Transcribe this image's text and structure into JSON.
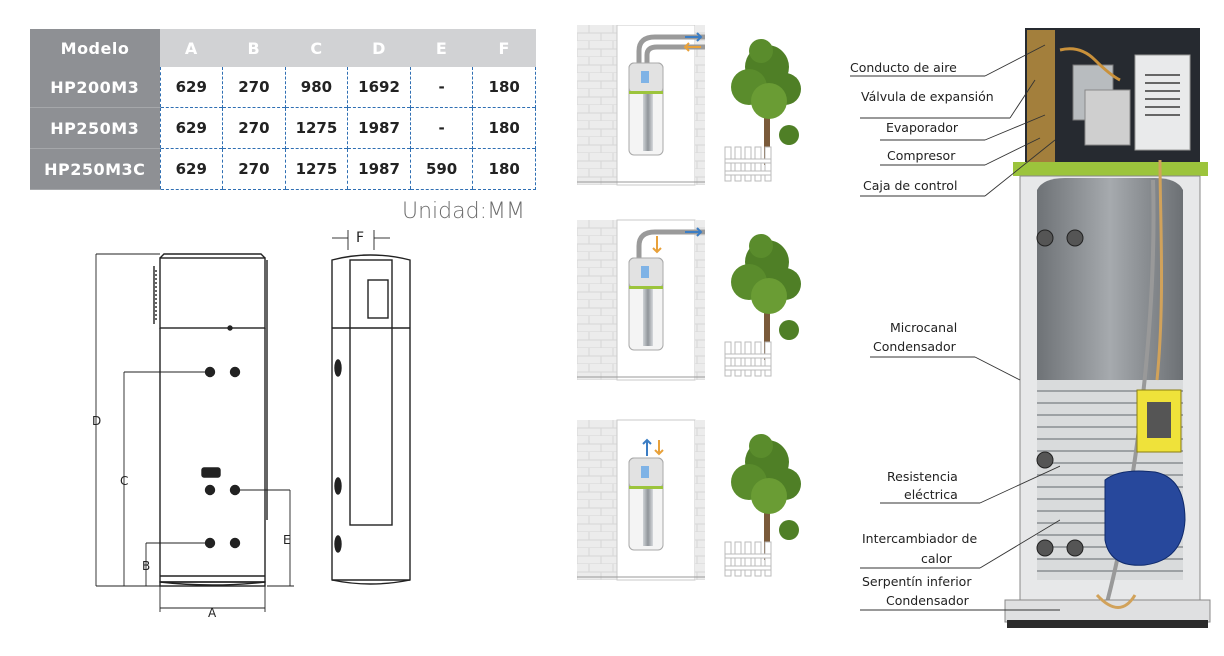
{
  "table": {
    "headers": [
      "Modelo",
      "A",
      "B",
      "C",
      "D",
      "E",
      "F"
    ],
    "rows": [
      {
        "model": "HP200M3",
        "A": "629",
        "B": "270",
        "C": "980",
        "D": "1692",
        "E": "-",
        "F": "180"
      },
      {
        "model": "HP250M3",
        "A": "629",
        "B": "270",
        "C": "1275",
        "D": "1987",
        "E": "-",
        "F": "180"
      },
      {
        "model": "HP250M3C",
        "A": "629",
        "B": "270",
        "C": "1275",
        "D": "1987",
        "E": "590",
        "F": "180"
      }
    ]
  },
  "unit_note": "Unidad:MM",
  "dimension_letters": {
    "A": "A",
    "B": "B",
    "C": "C",
    "D": "D",
    "E": "E",
    "F": "F"
  },
  "components": {
    "conducto_aire": "Conducto de aire",
    "valvula_expansion": "Válvula de expansión",
    "evaporador": "Evaporador",
    "compresor": "Compresor",
    "caja_control": "Caja de control",
    "microcanal_1": "Microcanal",
    "microcanal_2": "Condensador",
    "resistencia_1": "Resistencia",
    "resistencia_2": "eléctrica",
    "intercambiador_1": "Intercambiador de",
    "intercambiador_2": "calor",
    "serpentin_1": "Serpentín inferior",
    "serpentin_2": "Condensador"
  },
  "colors": {
    "table_header_dark": "#8e9094",
    "table_header_light": "#d1d2d4",
    "table_border": "#2f6fb3",
    "arrow_blue": "#3b7dc4",
    "arrow_orange": "#e8a13a",
    "tree_green": "#4f7f26",
    "unit_trim": "#9cc43c"
  }
}
